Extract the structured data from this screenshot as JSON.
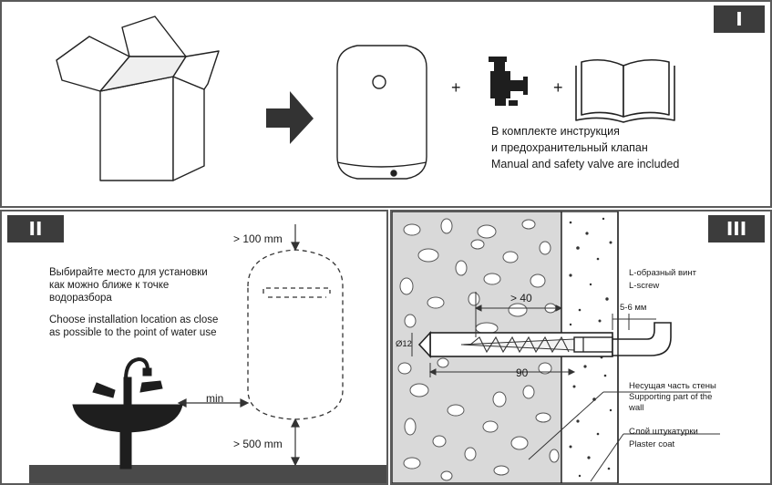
{
  "panel1": {
    "badge": "I",
    "plus_1": "+",
    "plus_2": "+",
    "caption_ru_1": "В комплекте инструкция",
    "caption_ru_2": "и предохранительный клапан",
    "caption_en": "Manual and safety valve are included"
  },
  "panel2": {
    "badge": "II",
    "instr_ru_1": "Выбирайте место для установки",
    "instr_ru_2": "как можно ближе к точке",
    "instr_ru_3": "водоразбора",
    "instr_en_1": "Choose installation location as close",
    "instr_en_2": "as possible to the point of water use",
    "dim_top": "> 100 mm",
    "dim_side": "min",
    "dim_bottom": "> 500 mm"
  },
  "panel3": {
    "badge": "III",
    "screw_ru": "L-образный винт",
    "screw_en": "L-screw",
    "dim_40": "> 40",
    "dim_5_6": "5-6 мм",
    "dim_diam": "Ø12",
    "dim_90": "90",
    "wall_ru": "Несущая часть стены",
    "wall_en_1": "Supporting part of the",
    "wall_en_2": "wall",
    "plaster_ru": "Слой штукатурки",
    "plaster_en": "Plaster coat"
  },
  "colors": {
    "frame": "#5a5a5a",
    "badge_bg": "#3c3c3c",
    "line_art": "#222222",
    "concrete": "#d9d9d9",
    "floor": "#4a4a4a"
  },
  "icons": [
    "open-box-icon",
    "arrow-right-icon",
    "water-heater-icon",
    "safety-valve-icon",
    "manual-book-icon",
    "sink-faucet-icon",
    "dowel-screw-icon"
  ]
}
